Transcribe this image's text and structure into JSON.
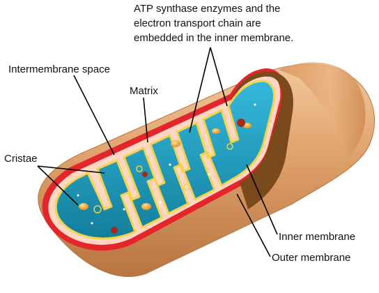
{
  "colors": {
    "outer_body": "#dea06a",
    "outer_body_light": "#f3c89a",
    "outer_body_dark": "#b8743f",
    "outer_membrane": "#e3262b",
    "intermembrane_space": "#ffd7c2",
    "matrix": "#1fa7cf",
    "matrix_dark": "#137e9c",
    "inner_membrane": "#f2d34a",
    "cut_face": "#7a4a1c",
    "leader_line": "#000000",
    "label_text": "#111111"
  },
  "labels": {
    "atp_note": [
      "ATP synthase enzymes and the",
      "electron transport chain are",
      "embedded in the inner membrane."
    ],
    "intermembrane_space": "Intermembrane space",
    "matrix": "Matrix",
    "cristae": "Cristae",
    "inner_membrane": "Inner membrane",
    "outer_membrane": "Outer membrane"
  }
}
